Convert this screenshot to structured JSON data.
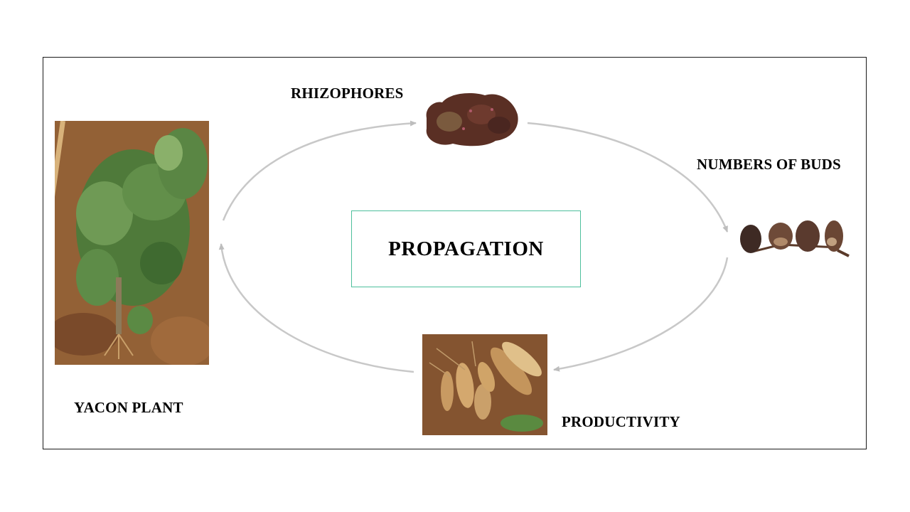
{
  "diagram": {
    "title": "PROPAGATION",
    "type": "cycle",
    "nodes": [
      {
        "id": "yacon-plant",
        "label": "YACON PLANT",
        "image": "yacon plant in soil photo"
      },
      {
        "id": "rhizophores",
        "label": "RHIZOPHORES",
        "image": "dried rhizophore photo"
      },
      {
        "id": "numbers-of-buds",
        "label": "NUMBERS OF BUDS",
        "image": "row of four buds photo"
      },
      {
        "id": "productivity",
        "label": "PRODUCTIVITY",
        "image": "harvested yacon tuberous roots photo"
      }
    ],
    "edges": [
      {
        "from": "yacon-plant",
        "to": "rhizophores"
      },
      {
        "from": "rhizophores",
        "to": "numbers-of-buds"
      },
      {
        "from": "numbers-of-buds",
        "to": "productivity"
      },
      {
        "from": "productivity",
        "to": "yacon-plant"
      }
    ],
    "colors": {
      "center_border": "#4dbf9c",
      "arrow": "#c4c4c4",
      "frame": "#1a1a1a",
      "text": "#000000"
    }
  }
}
